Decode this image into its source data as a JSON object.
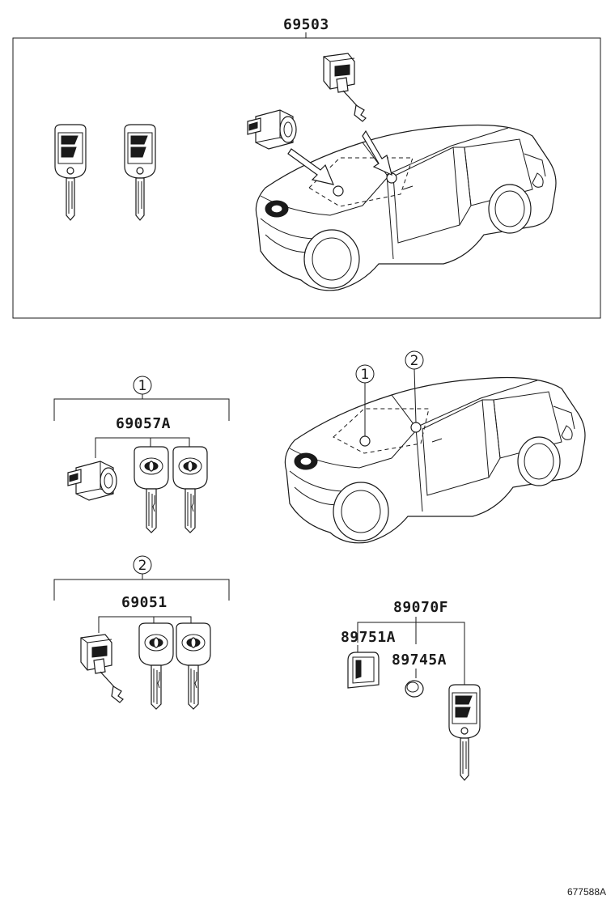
{
  "parts": {
    "top_set": "69503",
    "cylinder_set_1": "69057A",
    "cylinder_set_2": "69051",
    "transmitter": "89070F",
    "case": "89751A",
    "battery": "89745A"
  },
  "callouts": {
    "one": "1",
    "two": "2"
  },
  "footer": {
    "illustration_code": "677588A"
  }
}
